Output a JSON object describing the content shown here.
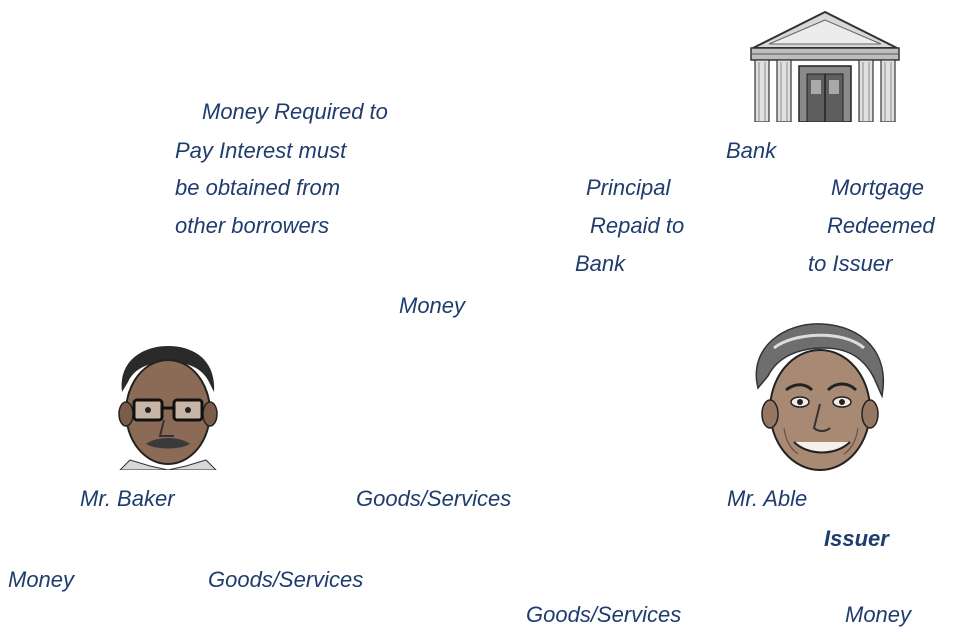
{
  "colors": {
    "text": "#1f3c6e",
    "background": "#ffffff"
  },
  "labels": {
    "interest_line1": "Money Required to",
    "interest_line2": "Pay Interest must",
    "interest_line3": "be obtained from",
    "interest_line4": "other borrowers",
    "bank": "Bank",
    "principal_line1": "Principal",
    "principal_line2": "Repaid to",
    "principal_line3": "Bank",
    "mortgage_line1": "Mortgage",
    "mortgage_line2": "Redeemed",
    "mortgage_line3": "to Issuer",
    "money_center": "Money",
    "mr_baker": "Mr. Baker",
    "goods_services_center": "Goods/Services",
    "mr_able": "Mr. Able",
    "issuer": "Issuer",
    "money_bottom_left": "Money",
    "goods_services_bottom_left": "Goods/Services",
    "goods_services_bottom_right": "Goods/Services",
    "money_bottom_right": "Money"
  },
  "images": {
    "bank": "bank-building-icon",
    "baker": "mr-baker-portrait",
    "able": "mr-able-portrait"
  }
}
